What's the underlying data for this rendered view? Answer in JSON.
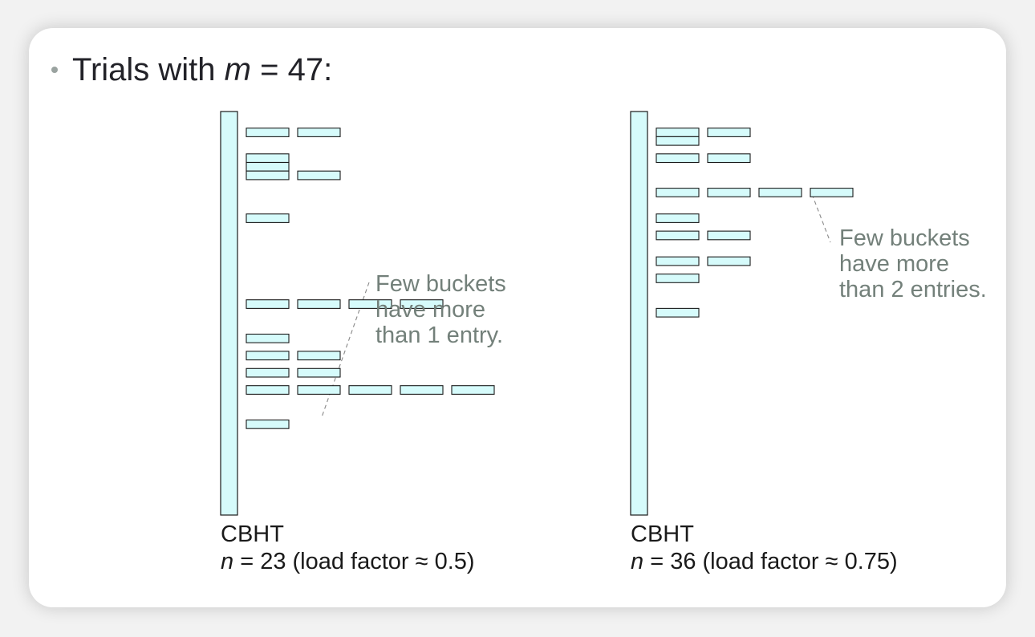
{
  "slide": {
    "heading": {
      "prefix": "Trials with ",
      "variable": "m",
      "suffix": " = 47:"
    }
  },
  "colors": {
    "cell_fill": "#d6fbfb",
    "border": "#1a1a1a",
    "annotation": "#73807a",
    "leader": "#888888"
  },
  "trials": [
    {
      "caption_title": "CBHT",
      "n_var": "n",
      "n_text": " = 23 (load factor ≈ 0.5)",
      "n": 23,
      "load_factor": 0.5,
      "note_lines": [
        "Few buckets",
        "have more",
        "than 1 entry."
      ],
      "buckets": [
        0,
        2,
        0,
        0,
        1,
        1,
        2,
        0,
        0,
        0,
        0,
        1,
        0,
        0,
        0,
        0,
        0,
        0,
        0,
        0,
        0,
        4,
        0,
        0,
        0,
        1,
        0,
        2,
        0,
        2,
        0,
        5,
        0,
        0,
        0,
        1,
        0,
        0,
        0,
        0,
        0,
        0,
        0,
        0,
        0,
        0,
        0
      ]
    },
    {
      "caption_title": "CBHT",
      "n_var": "n",
      "n_text": " = 36 (load factor ≈ 0.75)",
      "n": 36,
      "load_factor": 0.75,
      "note_lines": [
        "Few buckets",
        "have more",
        "than 2 entries."
      ],
      "buckets": [
        0,
        2,
        1,
        0,
        2,
        0,
        0,
        0,
        4,
        0,
        0,
        1,
        0,
        2,
        0,
        0,
        2,
        0,
        1,
        0,
        0,
        0,
        1,
        0,
        0,
        0,
        0,
        0,
        0,
        0,
        0,
        0,
        0,
        0,
        0,
        0,
        0,
        0,
        0,
        0,
        0,
        0,
        0,
        0,
        0,
        0,
        0
      ]
    }
  ]
}
